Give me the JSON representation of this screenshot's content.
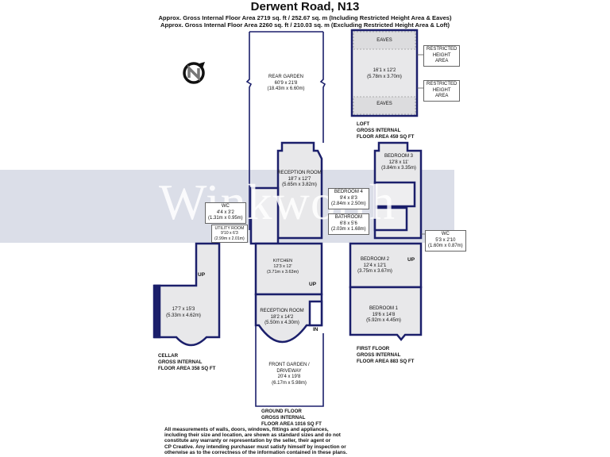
{
  "header": {
    "title": "Derwent Road, N13",
    "area_incl": "Approx. Gross Internal Floor Area 2719 sq. ft / 252.67 sq. m (Including Restricted Height Area & Eaves)",
    "area_excl": "Approx. Gross Internal Floor Area 2260 sq. ft / 210.03 sq. m (Excluding Restricted Height Area & Loft)"
  },
  "watermark": "Winkworth",
  "compass": {
    "icon": "north-compass-icon",
    "letter": "N"
  },
  "colors": {
    "wall": "#1b1f6b",
    "room_fill": "#e8e8ea",
    "watermark_band": "#bec2d6",
    "text": "#111111"
  },
  "loft": {
    "eaves_top": "EAVES",
    "eaves_bottom": "EAVES",
    "room_dims": "16'1 x 12'2",
    "room_metric": "(5.78m x 3.70m)",
    "restricted_1": [
      "RESTRICTED",
      "HEIGHT",
      "AREA"
    ],
    "restricted_2": [
      "RESTRICTED",
      "HEIGHT",
      "AREA"
    ],
    "floor_label": [
      "LOFT",
      "GROSS INTERNAL",
      "FLOOR AREA 459 SQ FT"
    ]
  },
  "ground_floor": {
    "rear_garden": {
      "name": "REAR GARDEN",
      "dims": "60'9 x 21'8",
      "metric": "(18.43m x 6.60m)"
    },
    "reception_rear": {
      "name": "RECEPTION ROOM",
      "dims": "18'7 x 12'7",
      "metric": "(5.65m x 3.82m)"
    },
    "wc": {
      "name": "WC",
      "dims": "4'4 x 3'2",
      "metric": "(1.31m x 0.95m)"
    },
    "utility": {
      "name": "UTILITY ROOM",
      "dims": "9'10 x 6'3",
      "metric": "(2.99m x 2.01m)"
    },
    "kitchen": {
      "name": "KITCHEN",
      "dims": "12'3 x 12'",
      "metric": "(3.71m x 3.63m)"
    },
    "reception_front": {
      "name": "RECEPTION ROOM",
      "dims": "18'2 x 14'2",
      "metric": "(5.50m x 4.30m)"
    },
    "front_garden": {
      "name1": "FRONT GARDEN /",
      "name2": "DRIVEWAY",
      "dims": "20'4 x 19'8",
      "metric": "(6.17m x 5.98m)"
    },
    "up_label": "UP",
    "in_label": "IN",
    "floor_label": [
      "GROUND FLOOR",
      "GROSS INTERNAL",
      "FLOOR AREA 1016 SQ FT"
    ]
  },
  "cellar": {
    "dims": "17'7 x 15'3",
    "metric": "(5.33m x 4.62m)",
    "up_label": "UP",
    "floor_label": [
      "CELLAR",
      "GROSS INTERNAL",
      "FLOOR AREA 358 SQ FT"
    ]
  },
  "first_floor": {
    "bedroom3": {
      "name": "BEDROOM 3",
      "dims": "12'8 x 11'",
      "metric": "(3.84m x 3.35m)"
    },
    "bedroom4": {
      "name": "BEDROOM 4",
      "dims": "9'4 x 8'3",
      "metric": "(2.84m x 2.50m)"
    },
    "bathroom": {
      "name": "BATHROOM",
      "dims": "6'8 x 5'6",
      "metric": "(2.03m x 1.68m)"
    },
    "wc": {
      "name": "WC",
      "dims": "5'3 x 2'10",
      "metric": "(1.60m x 0.87m)"
    },
    "bedroom2": {
      "name": "BEDROOM 2",
      "dims": "12'4 x 12'1",
      "metric": "(3.75m x 3.67m)"
    },
    "bedroom1": {
      "name": "BEDROOM 1",
      "dims": "19'6 x 14'8",
      "metric": "(5.92m x 4.45m)"
    },
    "up_label": "UP",
    "floor_label": [
      "FIRST FLOOR",
      "GROSS INTERNAL",
      "FLOOR AREA 883 SQ FT"
    ]
  },
  "disclaimer": "All measurements of walls, doors, windows, fittings and appliances,\nincluding their size and location, are shown as standard sizes and do not\nconstitute any warranty or representation by the seller, their agent or\nCP Creative. Any intending purchaser must satisfy himself by inspection or\notherwise as to the correctness of the information contained in these plans."
}
